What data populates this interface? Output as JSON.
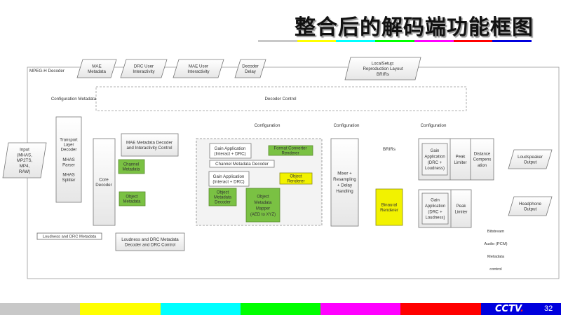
{
  "slide": {
    "title": "整合后的解码端功能框图",
    "page_number": "32",
    "logo": "CCTV",
    "logo_dot": ".",
    "stripe_colors": [
      "#c8c8c8",
      "#ffff00",
      "#00ffff",
      "#00ff00",
      "#ff00ff",
      "#ff0000",
      "#0000dd"
    ]
  },
  "colors": {
    "bitstream": "#2aa8c8",
    "audio": "#333333",
    "metadata": "#2aa58a",
    "control": "#e0404a",
    "green_block": "#7ac143",
    "yellow_block": "#f2f200"
  },
  "diagram": {
    "container_label": "MPEG-H Decoder",
    "inputs": {
      "input": [
        "Input",
        "(MHAS,",
        "MP2TS,",
        "MP4,",
        "RAW)"
      ],
      "mae_metadata": [
        "MAE",
        "Metadata"
      ],
      "drc_user": [
        "DRC User",
        "Interactivity"
      ],
      "mae_user": [
        "MAE User",
        "Interactivity"
      ],
      "decoder_delay": [
        "Decoder",
        "Delay"
      ],
      "local_setup": [
        "LocalSetup:",
        "Reproduction Layout",
        "BRIRs"
      ]
    },
    "decoder_control": "Decoder Control",
    "configuration_metadata": "Configuration Metadata",
    "configuration_labels": [
      "Configuration",
      "Configuration",
      "Configuration"
    ],
    "brirs_label": "BRIRs",
    "blocks": {
      "transport": [
        "Transport",
        "Layer",
        "Decoder",
        "",
        "MHAS",
        "Parser",
        "",
        "MHAS",
        "Splitter"
      ],
      "core_decoder": [
        "Core",
        "Decoder"
      ],
      "mae_decoder": [
        "MAE Metadata Decoder",
        "and Interactivity Control"
      ],
      "channel_metadata": [
        "Channel",
        "Metadata"
      ],
      "object_metadata": [
        "Object",
        "Metadata"
      ],
      "loudness_metadata_label": "Loudness and DRC Metadata",
      "loudness_decoder": [
        "Loudness and DRC Metadata",
        "Decoder and DRC Control"
      ],
      "gain_app_1": [
        "Gain Application",
        "(Interact + DRC)"
      ],
      "format_converter": [
        "Format Converter",
        "Renderer"
      ],
      "channel_metadata_decoder": "Channel Metadata Decoder",
      "gain_app_2": [
        "Gain Application",
        "(Interact + DRC)"
      ],
      "object_renderer": [
        "Object",
        "Renderer"
      ],
      "object_metadata_decoder": [
        "Object",
        "Metadata",
        "Decoder"
      ],
      "object_metadata_mapper": [
        "Object",
        "Metadata",
        "Mapper",
        "(AED to XYZ)"
      ],
      "mixer": [
        "Mixer +",
        "Resampling",
        "+ Delay",
        "Handling"
      ],
      "binaural_renderer": [
        "Binaural",
        "Renderer"
      ],
      "gain_loudness_1": [
        "Gain",
        "Application",
        "(DRC +",
        "Loudness)"
      ],
      "peak_limiter_1": [
        "Peak",
        "Limiter"
      ],
      "distance_compensation": [
        "Distance",
        "Compens",
        "ation"
      ],
      "gain_loudness_2": [
        "Gain",
        "Application",
        "(DRC +",
        "Loudness)"
      ],
      "peak_limiter_2": [
        "Peak",
        "Limiter"
      ]
    },
    "outputs": {
      "loudspeaker": [
        "Loudspeaker",
        "Output"
      ],
      "headphone": [
        "Headphone",
        "Output"
      ]
    },
    "legend": [
      {
        "label": "Bitstream",
        "type": "bitstream"
      },
      {
        "label": "Audio (PCM)",
        "type": "audio"
      },
      {
        "label": "Metadata",
        "type": "metadata"
      },
      {
        "label": "control",
        "type": "control"
      }
    ]
  }
}
